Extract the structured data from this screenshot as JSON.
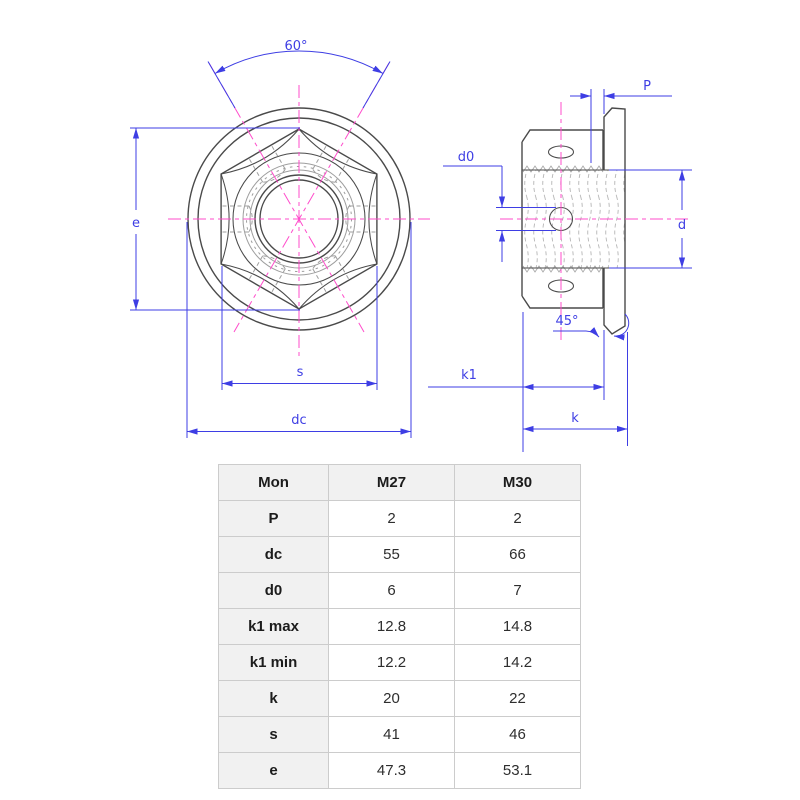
{
  "drawing": {
    "front_view": {
      "labels": {
        "angle": "60°",
        "e": "e",
        "s": "s",
        "dc": "dc"
      }
    },
    "side_view": {
      "labels": {
        "pitch": "P",
        "d0": "d0",
        "d": "d",
        "chamfer_angle": "45°",
        "k1": "k1",
        "k": "k"
      }
    },
    "colors": {
      "dimension_blue": "#3e3ee4",
      "centerline_magenta": "#ff4ccb",
      "outline_gray": "#4a4a4a",
      "hidden_gray": "#9e9e9e"
    }
  },
  "table": {
    "headers": [
      "Mon",
      "M27",
      "M30"
    ],
    "rows": [
      [
        "P",
        "2",
        "2"
      ],
      [
        "dc",
        "55",
        "66"
      ],
      [
        "d0",
        "6",
        "7"
      ],
      [
        "k1 max",
        "12.8",
        "14.8"
      ],
      [
        "k1 min",
        "12.2",
        "14.2"
      ],
      [
        "k",
        "20",
        "22"
      ],
      [
        "s",
        "41",
        "46"
      ],
      [
        "e",
        "47.3",
        "53.1"
      ]
    ]
  }
}
